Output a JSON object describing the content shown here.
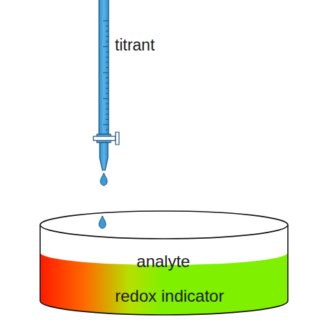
{
  "diagram": {
    "nodes": [
      {
        "text": [
          "analyte",
          "redox indicator"
        ]
      }
    ],
    "labels": [
      "titrant"
    ]
  }
}
